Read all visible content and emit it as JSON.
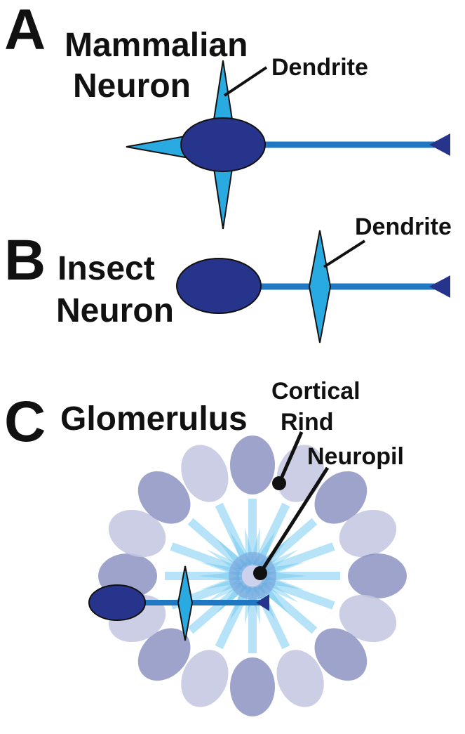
{
  "panels": {
    "a": {
      "letter": "A",
      "title_line1": "Mammalian",
      "title_line2": "Neuron",
      "callout": "Dendrite"
    },
    "b": {
      "letter": "B",
      "title_line1": "Insect",
      "title_line2": "Neuron",
      "callout": "Dendrite"
    },
    "c": {
      "letter": "C",
      "title": "Glomerulus",
      "callout_rind_line1": "Cortical",
      "callout_rind_line2": "Rind",
      "callout_neuropil": "Neuropil"
    }
  },
  "colors": {
    "soma": "#27348b",
    "axon": "#1f78c1",
    "dendrite": "#29abe2",
    "outline": "#111111",
    "rind_dark": "#8d93c2",
    "rind_light": "#c3c6e0",
    "neuropil_core": "#6f7fc9",
    "neuropil_spikes": "#5ec2ee"
  }
}
